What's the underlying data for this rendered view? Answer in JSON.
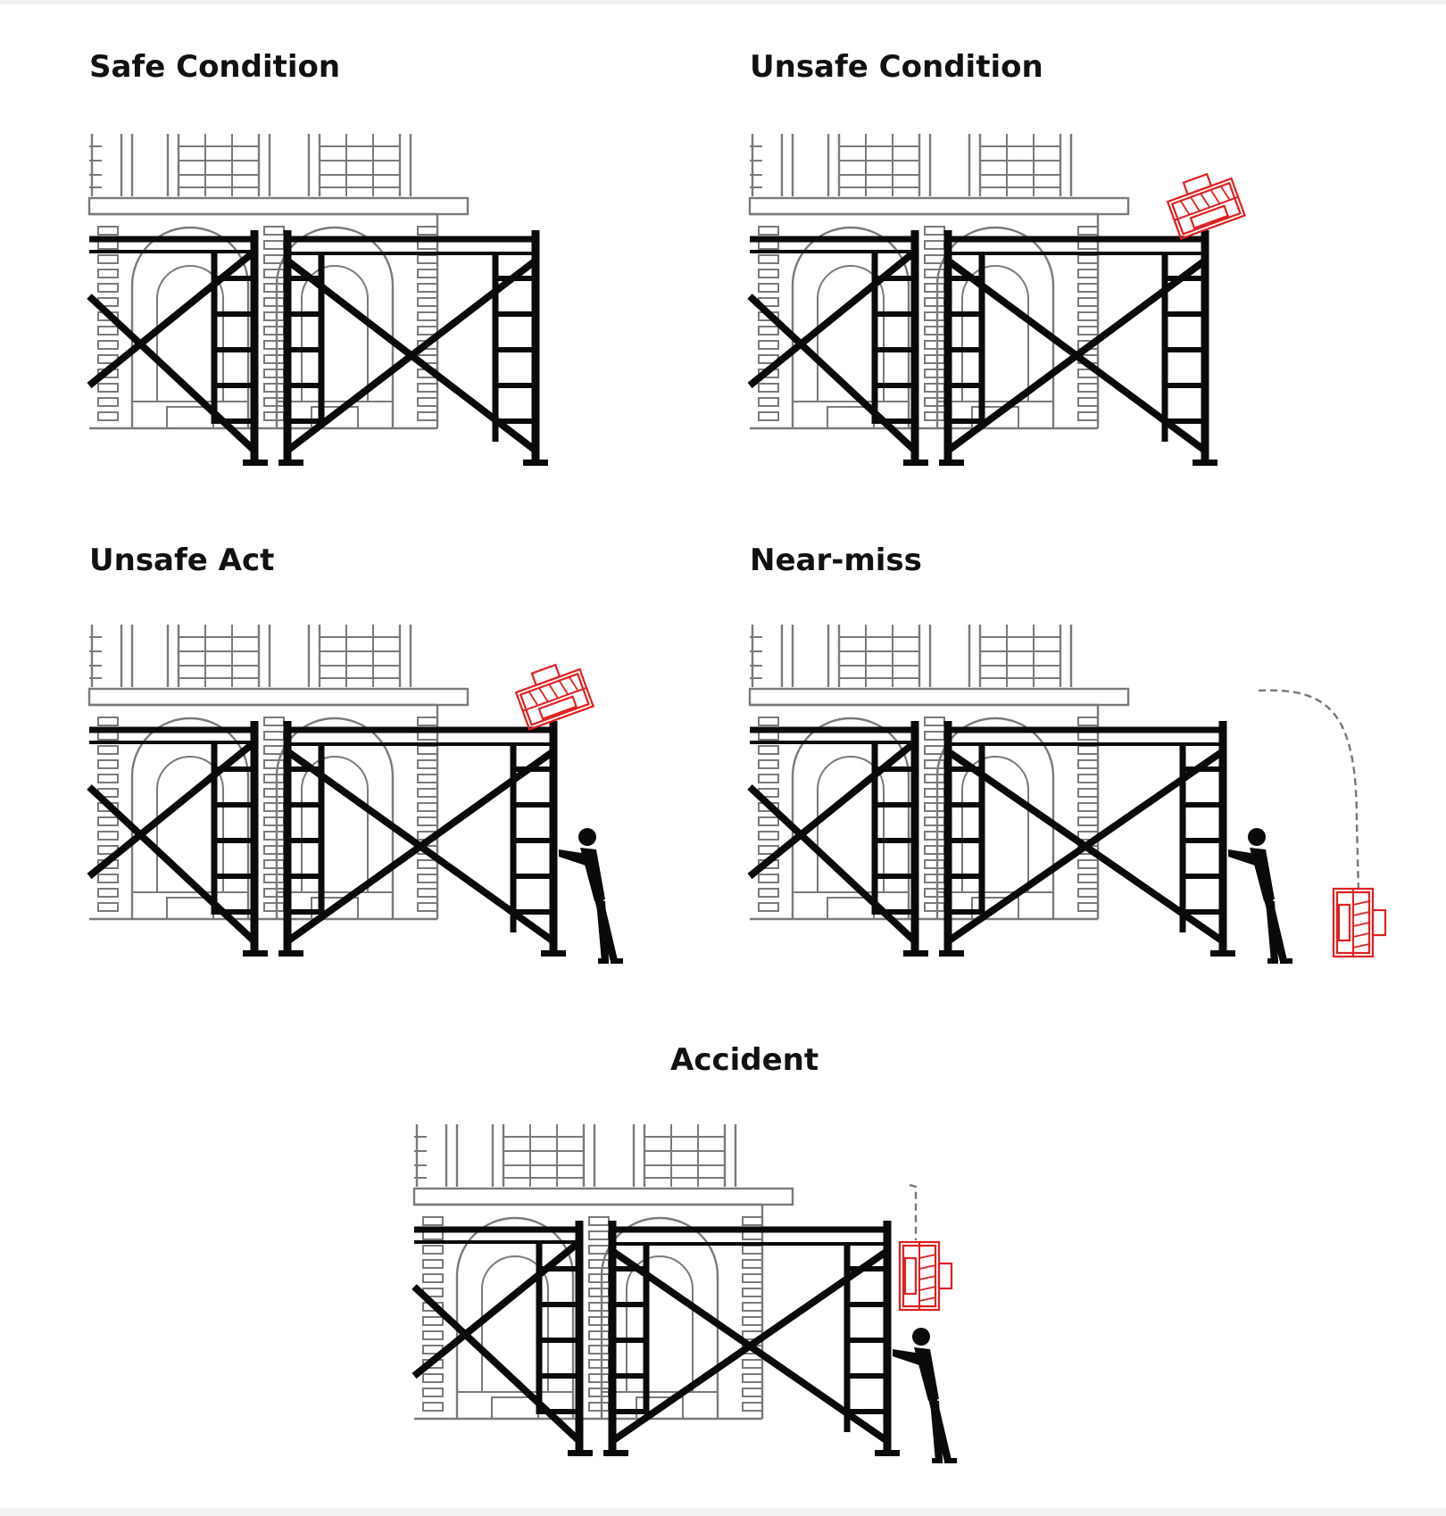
{
  "figure": {
    "panels": [
      {
        "id": "safe-condition",
        "title": "Safe Condition",
        "toolbox": "none",
        "worker": false
      },
      {
        "id": "unsafe-condition",
        "title": "Unsafe Condition",
        "toolbox": "edge",
        "worker": false
      },
      {
        "id": "unsafe-act",
        "title": "Unsafe Act",
        "toolbox": "edge",
        "worker": true
      },
      {
        "id": "near-miss",
        "title": "Near-miss",
        "toolbox": "fallen-beside",
        "worker": true
      },
      {
        "id": "accident",
        "title": "Accident",
        "toolbox": "striking-worker",
        "worker": true
      }
    ]
  },
  "colors": {
    "scaffold": "#0a0a0a",
    "building": "#7a7a7a",
    "hazard": "#e02020",
    "trajectory": "#777777",
    "background": "#ffffff"
  },
  "icons": {
    "toolbox": "toolbox-icon",
    "worker": "worker-icon",
    "trajectory": "fall-trajectory-dashed-line"
  }
}
